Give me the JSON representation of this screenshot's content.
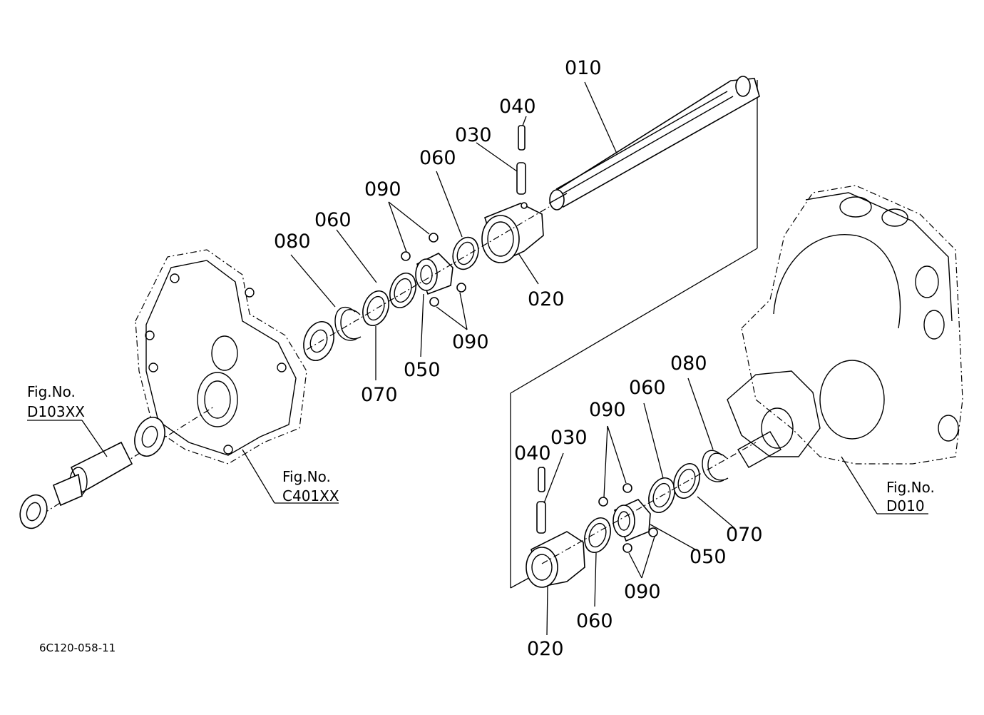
{
  "diagram": {
    "callouts": {
      "c010": "010",
      "c040_upper": "040",
      "c030_upper": "030",
      "c060_upper_a": "060",
      "c060_upper_b": "060",
      "c090_upper_a": "090",
      "c090_upper_b": "090",
      "c080_upper": "080",
      "c020_upper": "020",
      "c050_upper": "050",
      "c070_upper": "070",
      "c080_lower": "080",
      "c060_lower_a": "060",
      "c090_lower_a": "090",
      "c040_lower": "040",
      "c030_lower": "030",
      "c070_lower": "070",
      "c050_lower": "050",
      "c090_lower_b": "090",
      "c060_lower_b": "060",
      "c020_lower": "020"
    },
    "figure_refs": {
      "d103": {
        "line1": "Fig.No.",
        "line2": "D103XX"
      },
      "c401": {
        "line1": "Fig.No.",
        "line2": "C401XX"
      },
      "d010": {
        "line1": "Fig.No.",
        "line2": "D010"
      }
    },
    "drawing_code": "6C120-058-11"
  }
}
